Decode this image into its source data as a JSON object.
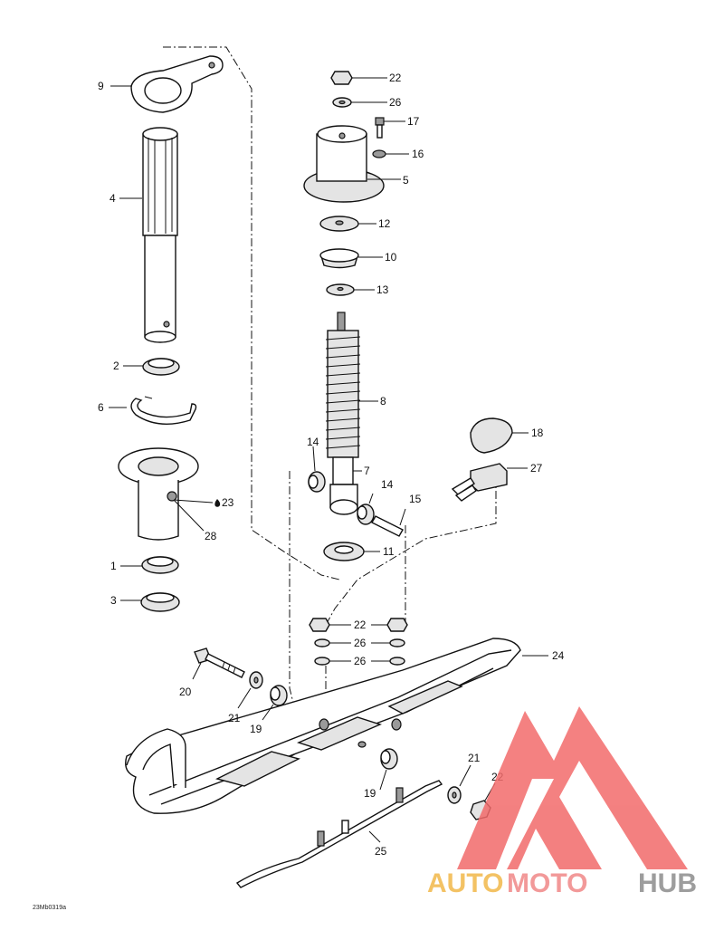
{
  "callouts": [
    {
      "label": "9"
    },
    {
      "label": "4"
    },
    {
      "label": "2"
    },
    {
      "label": "6"
    },
    {
      "label": "23"
    },
    {
      "label": "28"
    },
    {
      "label": "1"
    },
    {
      "label": "3"
    },
    {
      "label": "22"
    },
    {
      "label": "26"
    },
    {
      "label": "17"
    },
    {
      "label": "16"
    },
    {
      "label": "5"
    },
    {
      "label": "12"
    },
    {
      "label": "10"
    },
    {
      "label": "13"
    },
    {
      "label": "8"
    },
    {
      "label": "14"
    },
    {
      "label": "7"
    },
    {
      "label": "14"
    },
    {
      "label": "15"
    },
    {
      "label": "11"
    },
    {
      "label": "18"
    },
    {
      "label": "27"
    },
    {
      "label": "22"
    },
    {
      "label": "26"
    },
    {
      "label": "26"
    },
    {
      "label": "24"
    },
    {
      "label": "20"
    },
    {
      "label": "21"
    },
    {
      "label": "19"
    },
    {
      "label": "21"
    },
    {
      "label": "22"
    },
    {
      "label": "19"
    },
    {
      "label": "25"
    }
  ],
  "reference_code": "23Mb0319a",
  "watermark": {
    "part1": "AUTO",
    "part2": "MOTO",
    "part3": "HUB",
    "colors": {
      "auto": "#f2b84a",
      "moto": "#f08888",
      "hub": "#8c8c8c",
      "emblem": "#f26b6b"
    }
  }
}
